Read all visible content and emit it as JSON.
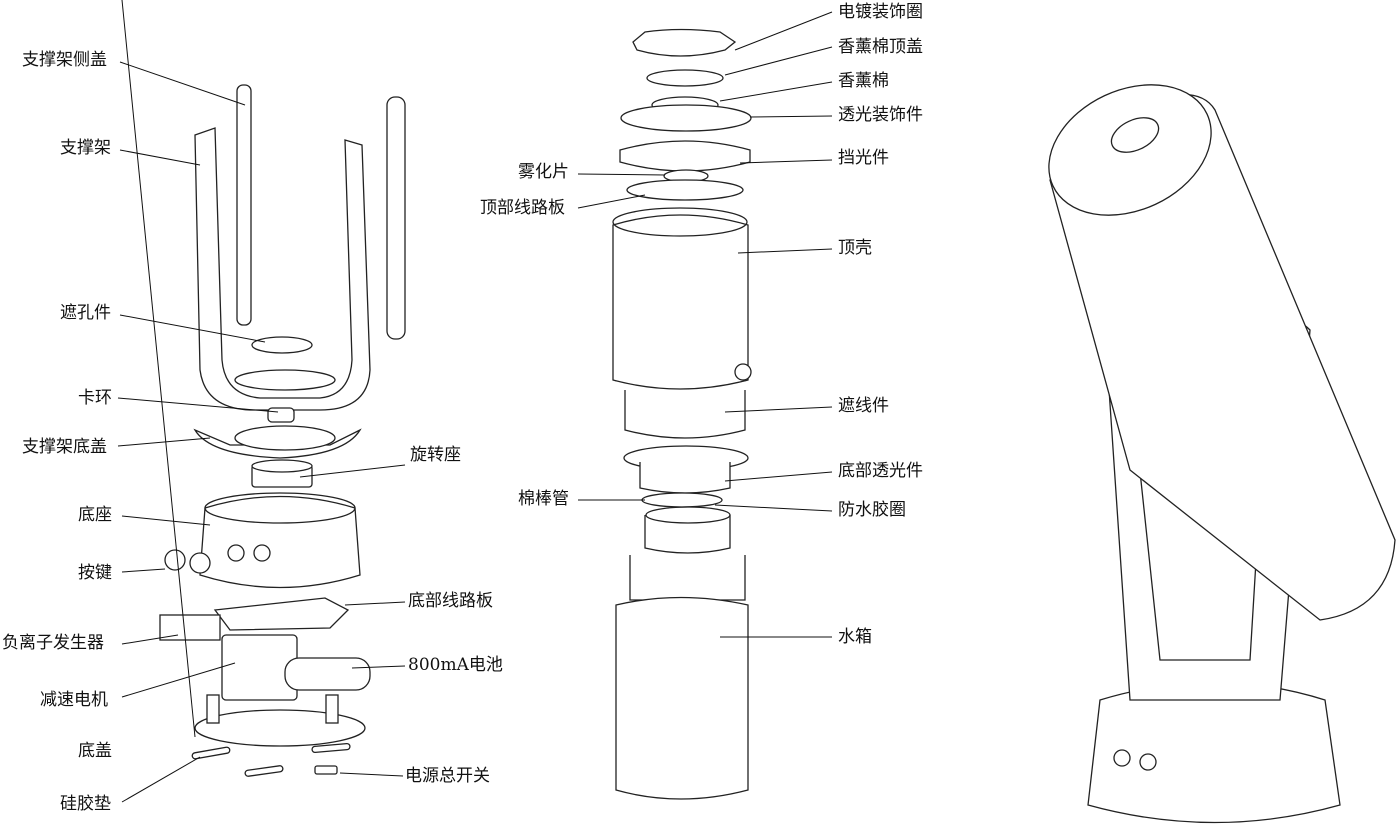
{
  "title": "产品爆炸图",
  "left_group": {
    "labels": [
      "支撑架侧盖",
      "支撑架",
      "遮孔件",
      "卡环",
      "支撑架底盖",
      "底座",
      "按键",
      "负离子发生器",
      "减速电机",
      "底盖",
      "硅胶垫"
    ],
    "right_labels": [
      "旋转座",
      "底部线路板",
      "800mA电池",
      "电源总开关"
    ]
  },
  "middle_group": {
    "right_labels": [
      "电镀装饰圈",
      "香薰棉顶盖",
      "香薰棉",
      "透光装饰件",
      "挡光件",
      "顶壳",
      "遮线件",
      "底部透光件",
      "防水胶圈",
      "水箱"
    ],
    "left_labels": [
      "雾化片",
      "顶部线路板",
      "棉棒管"
    ]
  }
}
